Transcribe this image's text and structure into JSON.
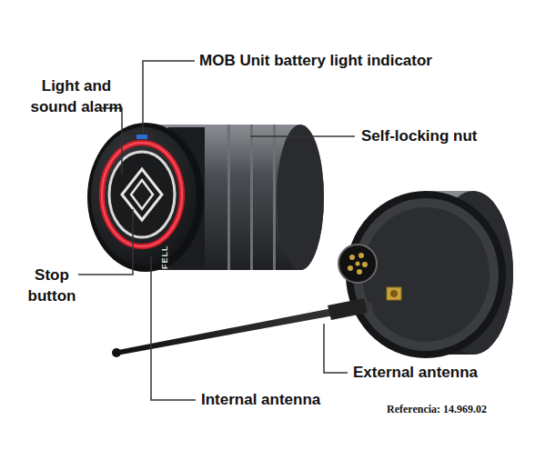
{
  "diagram": {
    "labels": [
      "MOB Unit battery light indicator",
      "Light and sound alarm",
      "Self-locking nut",
      "Stop button",
      "External antenna",
      "Internal antenna",
      "Referencia: 14.969.02",
      "FELL"
    ]
  }
}
